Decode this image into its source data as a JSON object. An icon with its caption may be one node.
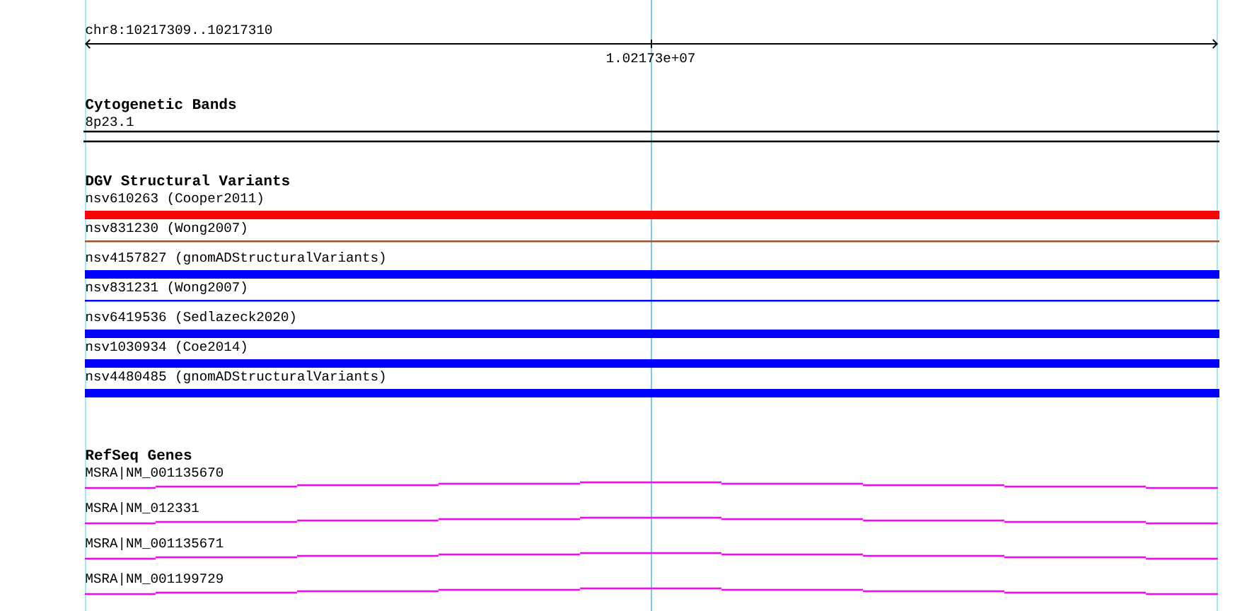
{
  "diagram": {
    "labels": [
      "chr8:10217309..10217310",
      "1.02173e+07",
      "Cytogenetic Bands",
      "8p23.1",
      "DGV Structural Variants",
      "nsv610263 (Cooper2011)",
      "nsv831230 (Wong2007)",
      "nsv4157827 (gnomADStructuralVariants)",
      "nsv831231 (Wong2007)",
      "nsv6419536 (Sedlazeck2020)",
      "nsv1030934 (Coe2014)",
      "nsv4480485 (gnomADStructuralVariants)",
      "RefSeq Genes",
      "MSRA|NM_001135670",
      "MSRA|NM_012331",
      "MSRA|NM_001135671",
      "MSRA|NM_001199729"
    ]
  }
}
